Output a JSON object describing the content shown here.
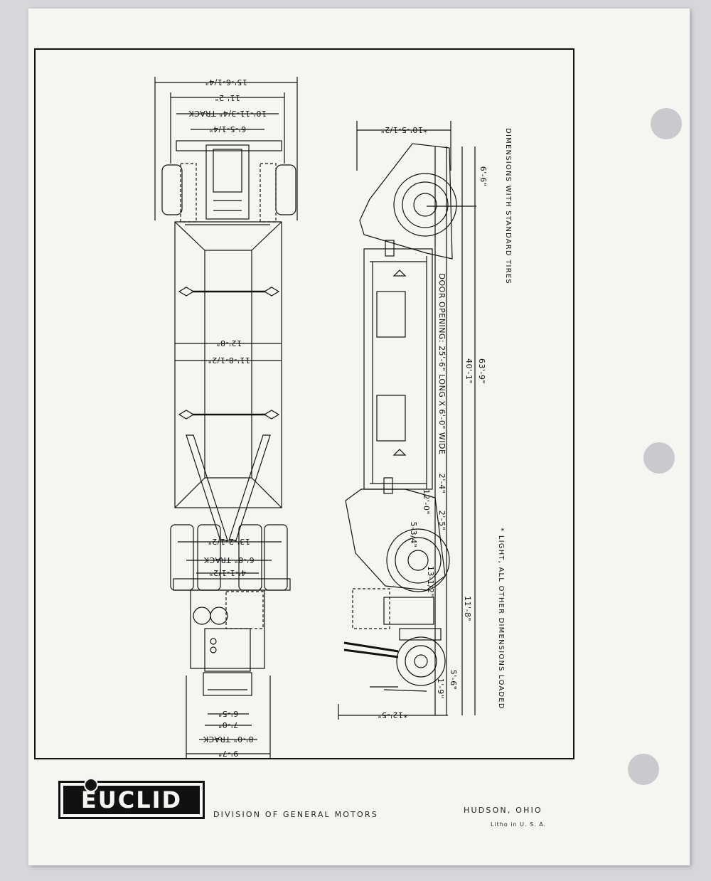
{
  "plan_view": {
    "dims": [
      "15'-6-1/4\"",
      "11'-2\"",
      "10'-11-3/4\" TRACK",
      "6'-5-1/4\"",
      "12'-8\"",
      "11'-8-1/2\"",
      "13'-2-1/2\"",
      "6'-8\" TRACK",
      "4'-1-1/2\"",
      "6'-5\"",
      "7'-0\"",
      "8'-0\" TRACK",
      "9'-7\""
    ]
  },
  "side_view": {
    "dims": [
      "*10'-5-1/2\"",
      "6'-6\"",
      "40'-1\"",
      "63'-9\"",
      "DOOR OPENING: 25'-6\" LONG X 6'-0\" WIDE",
      "2'-4\"",
      "12'-0\"",
      "2'-5\"",
      "5-3/4\"",
      "13-1/2\"",
      "11'-8\"",
      "5'-6\"",
      "1'-9\"",
      "*12'-5\""
    ],
    "note_tires": "DIMENSIONS WITH STANDARD TIRES",
    "note_loaded": "* LIGHT, ALL OTHER DIMENSIONS LOADED"
  },
  "footer": {
    "brand": "EUCLID",
    "division": "DIVISION OF GENERAL MOTORS",
    "city": "HUDSON, OHIO",
    "litho": "Litho in U. S. A."
  }
}
